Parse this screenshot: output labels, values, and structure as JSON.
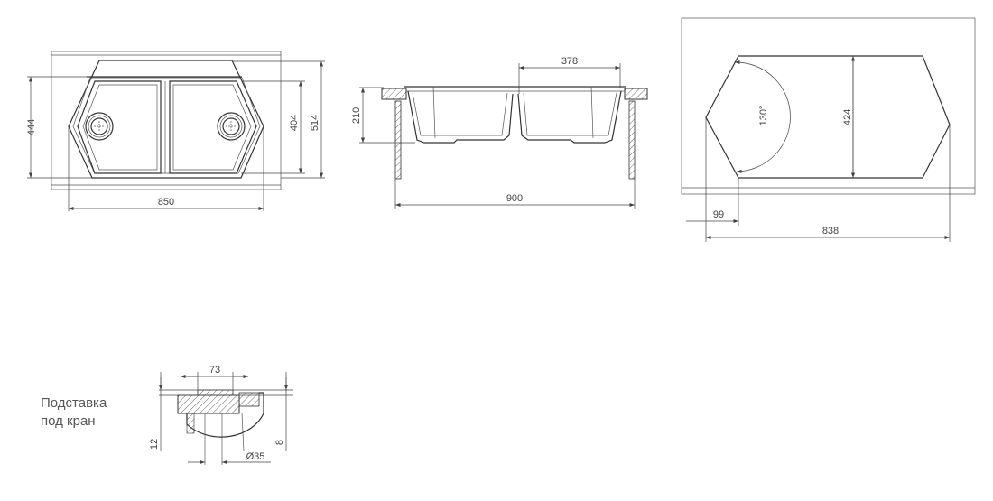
{
  "top_view": {
    "dims": {
      "width": "850",
      "depth_outer": "444",
      "depth_inner": "404",
      "depth_total": "514"
    }
  },
  "front_view": {
    "dims": {
      "height": "210",
      "bowl_width": "378",
      "cabinet_width": "900"
    }
  },
  "cutout_view": {
    "dims": {
      "angle": "130°",
      "depth": "424",
      "offset": "99",
      "width": "838"
    }
  },
  "tap_stand": {
    "label_line1": "Подставка",
    "label_line2": "под кран",
    "dims": {
      "width": "73",
      "height_left": "12",
      "height_right": "8",
      "diameter": "Ø35"
    }
  }
}
